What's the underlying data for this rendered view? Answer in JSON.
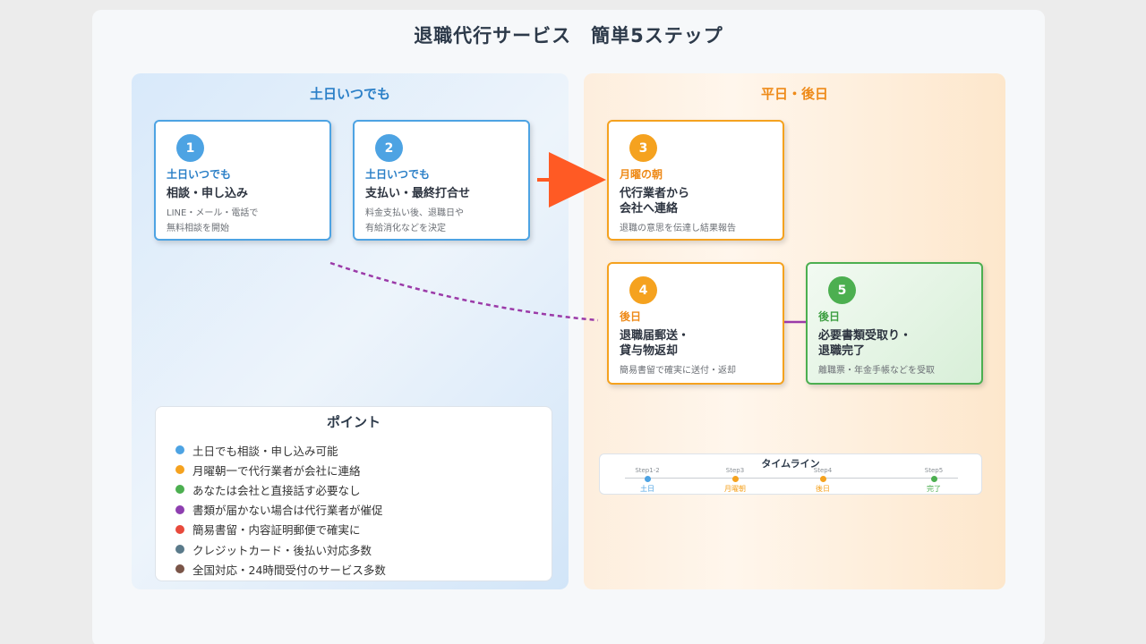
{
  "title": "退職代行サービス　簡単5ステップ",
  "left_panel": {
    "title": "土日いつでも"
  },
  "right_panel": {
    "title": "平日・後日"
  },
  "steps": [
    {
      "number": "1",
      "when": "土日いつでも",
      "heading": "相談・申し込み",
      "desc": [
        "LINE・メール・電話で",
        "無料相談を開始"
      ]
    },
    {
      "number": "2",
      "when": "土日いつでも",
      "heading": "支払い・最終打合せ",
      "desc": [
        "料金支払い後、退職日や",
        "有給消化などを決定"
      ]
    },
    {
      "number": "3",
      "when": "月曜の朝",
      "heading": [
        "代行業者から",
        "会社へ連絡"
      ],
      "desc": [
        "退職の意思を伝達し結果報告"
      ]
    },
    {
      "number": "4",
      "when": "後日",
      "heading": [
        "退職届郵送・",
        "貸与物返却"
      ],
      "desc": [
        "簡易書留で確実に送付・返却"
      ]
    },
    {
      "number": "5",
      "when": "後日",
      "heading": [
        "必要書類受取り・",
        "退職完了"
      ],
      "desc": [
        "離職票・年金手帳などを受取"
      ]
    }
  ],
  "points": {
    "title": "ポイント",
    "items": [
      {
        "text": "土日でも相談・申し込み可能",
        "color": "#4da3e3"
      },
      {
        "text": "月曜朝一で代行業者が会社に連絡",
        "color": "#f5a21f"
      },
      {
        "text": "あなたは会社と直接話す必要なし",
        "color": "#4caf50"
      },
      {
        "text": "書類が届かない場合は代行業者が催促",
        "color": "#8e3fb0"
      },
      {
        "text": "簡易書留・内容証明郵便で確実に",
        "color": "#e84a3c"
      },
      {
        "text": "クレジットカード・後払い対応多数",
        "color": "#5a7a8a"
      },
      {
        "text": "全国対応・24時間受付のサービス多数",
        "color": "#7a5548"
      }
    ]
  },
  "timeline": {
    "title": "タイムライン",
    "nodes": [
      {
        "step": "Step1-2",
        "label": "土日",
        "color": "#4da3e3"
      },
      {
        "step": "Step3",
        "label": "月曜朝",
        "color": "#f5a21f"
      },
      {
        "step": "Step4",
        "label": "後日",
        "color": "#f5a21f"
      },
      {
        "step": "Step5",
        "label": "完了",
        "color": "#4caf50"
      }
    ]
  },
  "colors": {
    "blue": "#4da3e3",
    "orange": "#f5a21f",
    "green": "#4caf50",
    "arrow": "#ff5a24",
    "dashed_connector": "#9b3aa8",
    "connector_4_5": "#9b3aa8"
  }
}
